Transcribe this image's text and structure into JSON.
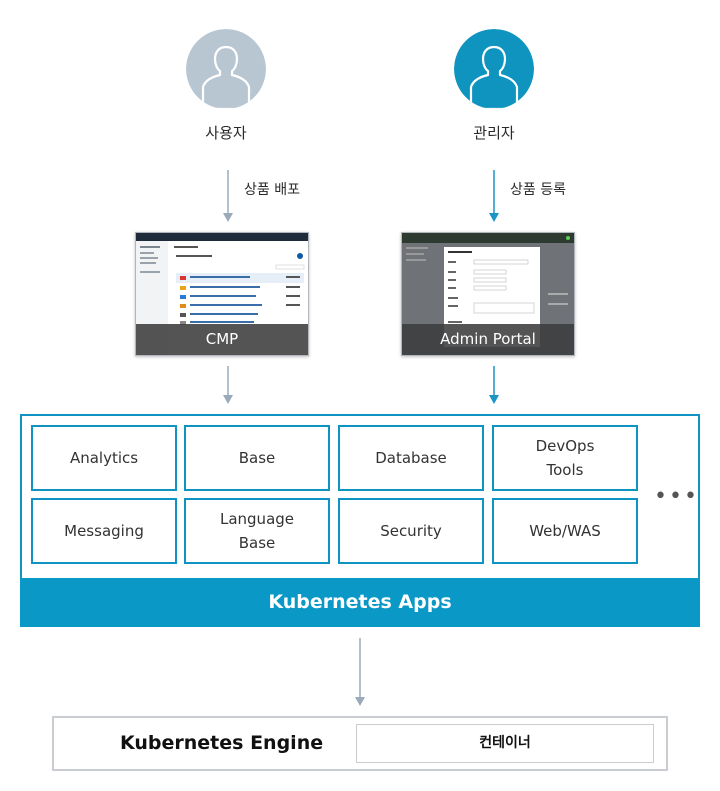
{
  "colors": {
    "accent": "#0a98c6",
    "user_avatar": "#b8c6d2",
    "admin_avatar": "#0f94c0",
    "arrow_user": "#9aaab8",
    "arrow_admin": "#1a95c4"
  },
  "user": {
    "label": "사용자",
    "action": "상품 배포",
    "icon": "user-icon"
  },
  "admin": {
    "label": "관리자",
    "action": "상품 등록",
    "icon": "admin-icon"
  },
  "cmp": {
    "caption": "CMP"
  },
  "admin_portal": {
    "caption": "Admin Portal"
  },
  "apps": {
    "items": [
      {
        "label": "Analytics"
      },
      {
        "label": "Base"
      },
      {
        "label": "Database"
      },
      {
        "label": "DevOps\nTools"
      },
      {
        "label": "Messaging"
      },
      {
        "label": "Language\nBase"
      },
      {
        "label": "Security"
      },
      {
        "label": "Web/WAS"
      }
    ],
    "more": "•••",
    "title": "Kubernetes Apps"
  },
  "engine": {
    "title": "Kubernetes Engine",
    "container": "컨테이너"
  }
}
